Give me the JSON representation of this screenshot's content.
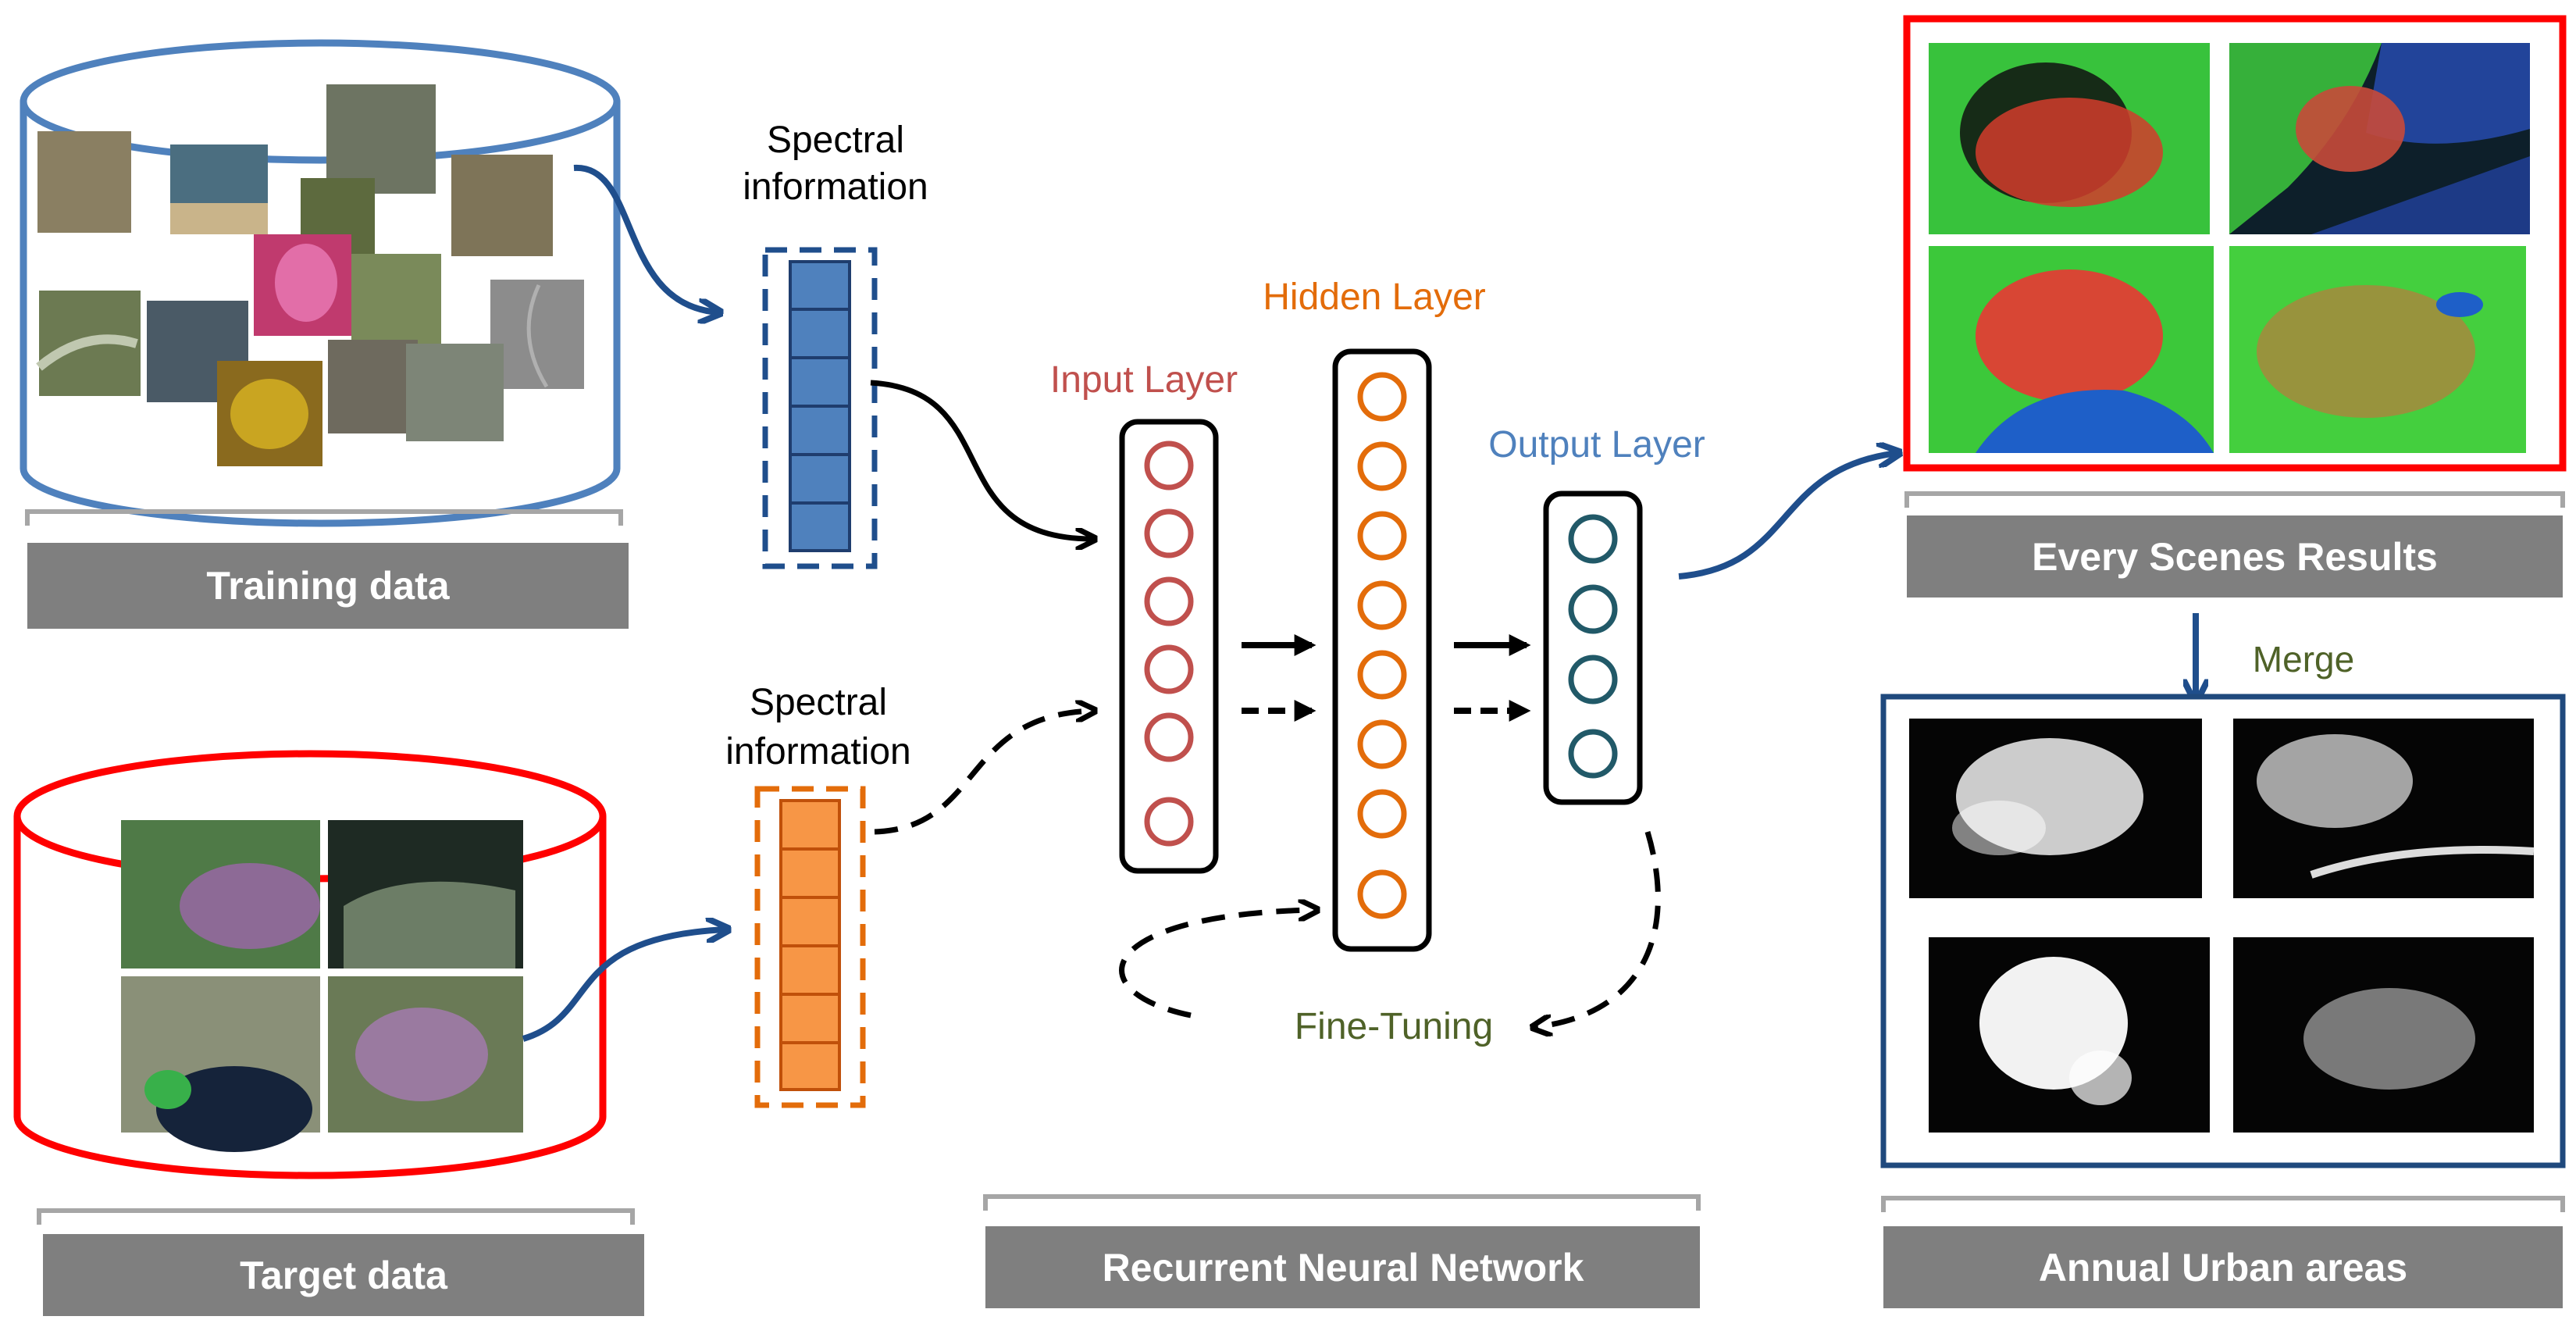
{
  "labels": {
    "spectral_info_top_1": "Spectral",
    "spectral_info_top_2": "information",
    "spectral_info_bottom_1": "Spectral",
    "spectral_info_bottom_2": "information",
    "input_layer": "Input Layer",
    "hidden_layer": "Hidden Layer",
    "output_layer": "Output Layer",
    "fine_tuning": "Fine-Tuning",
    "merge": "Merge"
  },
  "captions": {
    "training_data": "Training data",
    "target_data": "Target data",
    "rnn": "Recurrent Neural Network",
    "every_scenes_results": "Every Scenes Results",
    "annual_urban_areas": "Annual Urban areas"
  },
  "colors": {
    "training_cylinder": "#4f81bd",
    "target_cylinder": "#ff0000",
    "spectral_top": "#4f81bd",
    "spectral_bottom": "#f79646",
    "input_layer": "#c0504d",
    "hidden_layer": "#e36c0a",
    "output_layer": "#4f81bd",
    "fine_tuning": "#4f6228",
    "results_frame": "#ff0000",
    "urban_frame": "#1f497d",
    "caption_bg": "#7f7f7f"
  }
}
